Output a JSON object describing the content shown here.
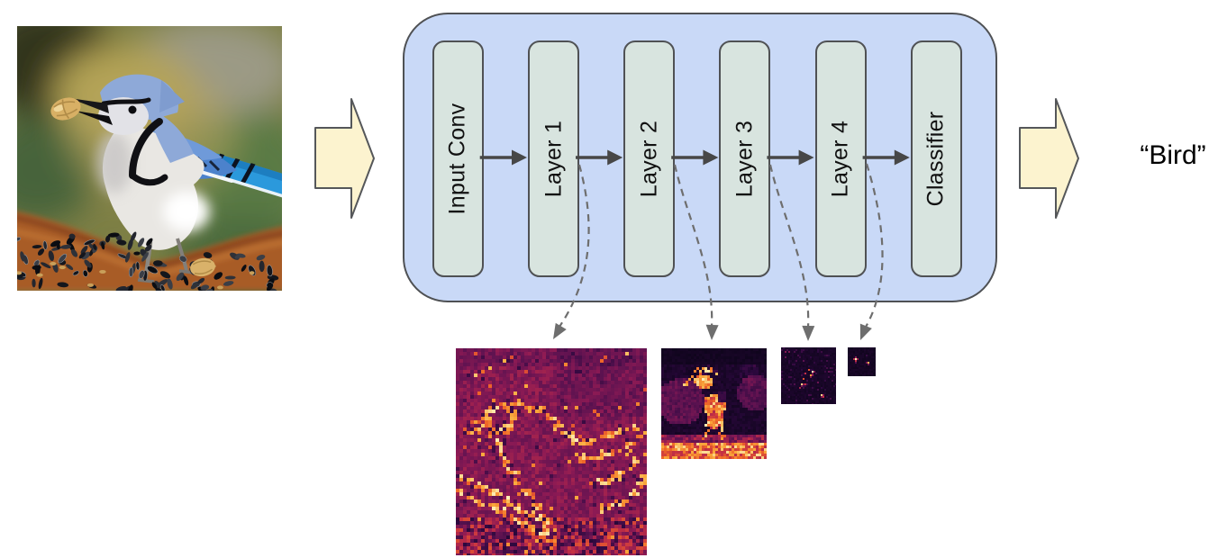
{
  "network": {
    "blocks": [
      {
        "label": "Input Conv"
      },
      {
        "label": "Layer 1"
      },
      {
        "label": "Layer 2"
      },
      {
        "label": "Layer 3"
      },
      {
        "label": "Layer 4"
      },
      {
        "label": "Classifier"
      }
    ]
  },
  "output": {
    "label": "“Bird”"
  },
  "input_image": {
    "name": "blue-jay-with-peanut-photo"
  },
  "feature_maps": [
    {
      "name": "layer1-activation-map"
    },
    {
      "name": "layer2-activation-map"
    },
    {
      "name": "layer3-activation-map"
    },
    {
      "name": "layer4-activation-map"
    }
  ],
  "colors": {
    "container_fill": "#c9d9f7",
    "container_stroke": "#4f5154",
    "block_fill": "#d8e4df",
    "block_stroke": "#4f5154",
    "flow_arrow_fill": "#fcf3cf",
    "flow_arrow_stroke": "#55575a",
    "connector_arrow": "#474747",
    "dashed_arrow": "#6e6e6e"
  }
}
